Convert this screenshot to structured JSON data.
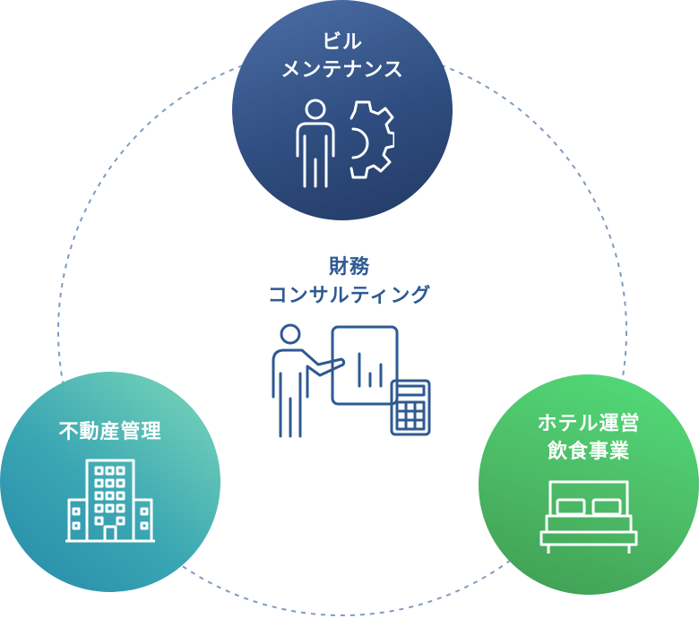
{
  "diagram": {
    "center": {
      "line1": "財務",
      "line2": "コンサルティング",
      "icon": "presentation-calculator-icon",
      "color": "#2e5a92"
    },
    "top": {
      "line1": "ビル",
      "line2": "メンテナンス",
      "icon": "person-gear-icon"
    },
    "left": {
      "line1": "不動産管理",
      "icon": "building-icon"
    },
    "right": {
      "line1": "ホテル運営",
      "line2": "飲食事業",
      "icon": "bed-icon"
    },
    "ring_color": "#7f9bbf"
  }
}
